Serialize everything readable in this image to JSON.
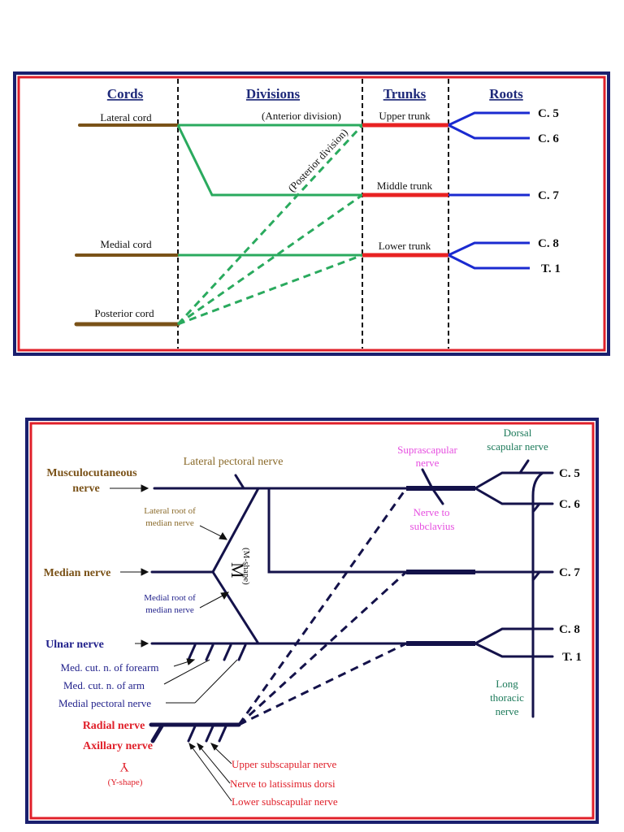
{
  "diagram1": {
    "headers": [
      "Cords",
      "Divisions",
      "Trunks",
      "Roots"
    ],
    "cords": [
      "Lateral cord",
      "Medial cord",
      "Posterior cord"
    ],
    "divisions": {
      "anterior": "(Anterior division)",
      "posterior": "(Posterior division)"
    },
    "trunks": [
      "Upper trunk",
      "Middle trunk",
      "Lower trunk"
    ],
    "roots": [
      "C. 5",
      "C. 6",
      "C. 7",
      "C. 8",
      "T. 1"
    ],
    "colors": {
      "cord": "#7a5218",
      "division": "#2aaa5e",
      "trunk": "#e82222",
      "root": "#1a2ad0",
      "frame_outer": "#1a1f6e",
      "frame_inner": "#e0202a"
    }
  },
  "diagram2": {
    "left_labels": {
      "musculocutaneous_1": "Musculocutaneous",
      "musculocutaneous_2": "nerve",
      "median": "Median nerve",
      "ulnar": "Ulnar nerve",
      "radial": "Radial nerve",
      "axillary": "Axillary nerve"
    },
    "branches_medial": [
      "Med. cut. n. of forearm",
      "Med. cut. n. of arm",
      "Medial pectoral nerve"
    ],
    "branches_posterior": [
      "Upper subscapular nerve",
      "Nerve to latissimus dorsi",
      "Lower subscapular nerve"
    ],
    "lateral_pectoral": "Lateral pectoral nerve",
    "lateral_root_1": "Lateral root of",
    "lateral_root_2": "median nerve",
    "medial_root_1": "Medial root of",
    "medial_root_2": "median nerve",
    "m_letter": "M",
    "m_shape": "(M-shape)",
    "y_letter": "Y",
    "y_shape": "(Y-shape)",
    "suprascapular_1": "Suprascapular",
    "suprascapular_2": "nerve",
    "subclavius_1": "Nerve to",
    "subclavius_2": "subclavius",
    "dorsal_1": "Dorsal",
    "dorsal_2": "scapular nerve",
    "long_thoracic": [
      "Long",
      "thoracic",
      "nerve"
    ],
    "roots": [
      "C. 5",
      "C. 6",
      "C. 7",
      "C. 8",
      "T. 1"
    ],
    "colors": {
      "nerve": "#14124a",
      "frame_outer": "#1a1f6e",
      "frame_inner": "#e0202a"
    }
  }
}
